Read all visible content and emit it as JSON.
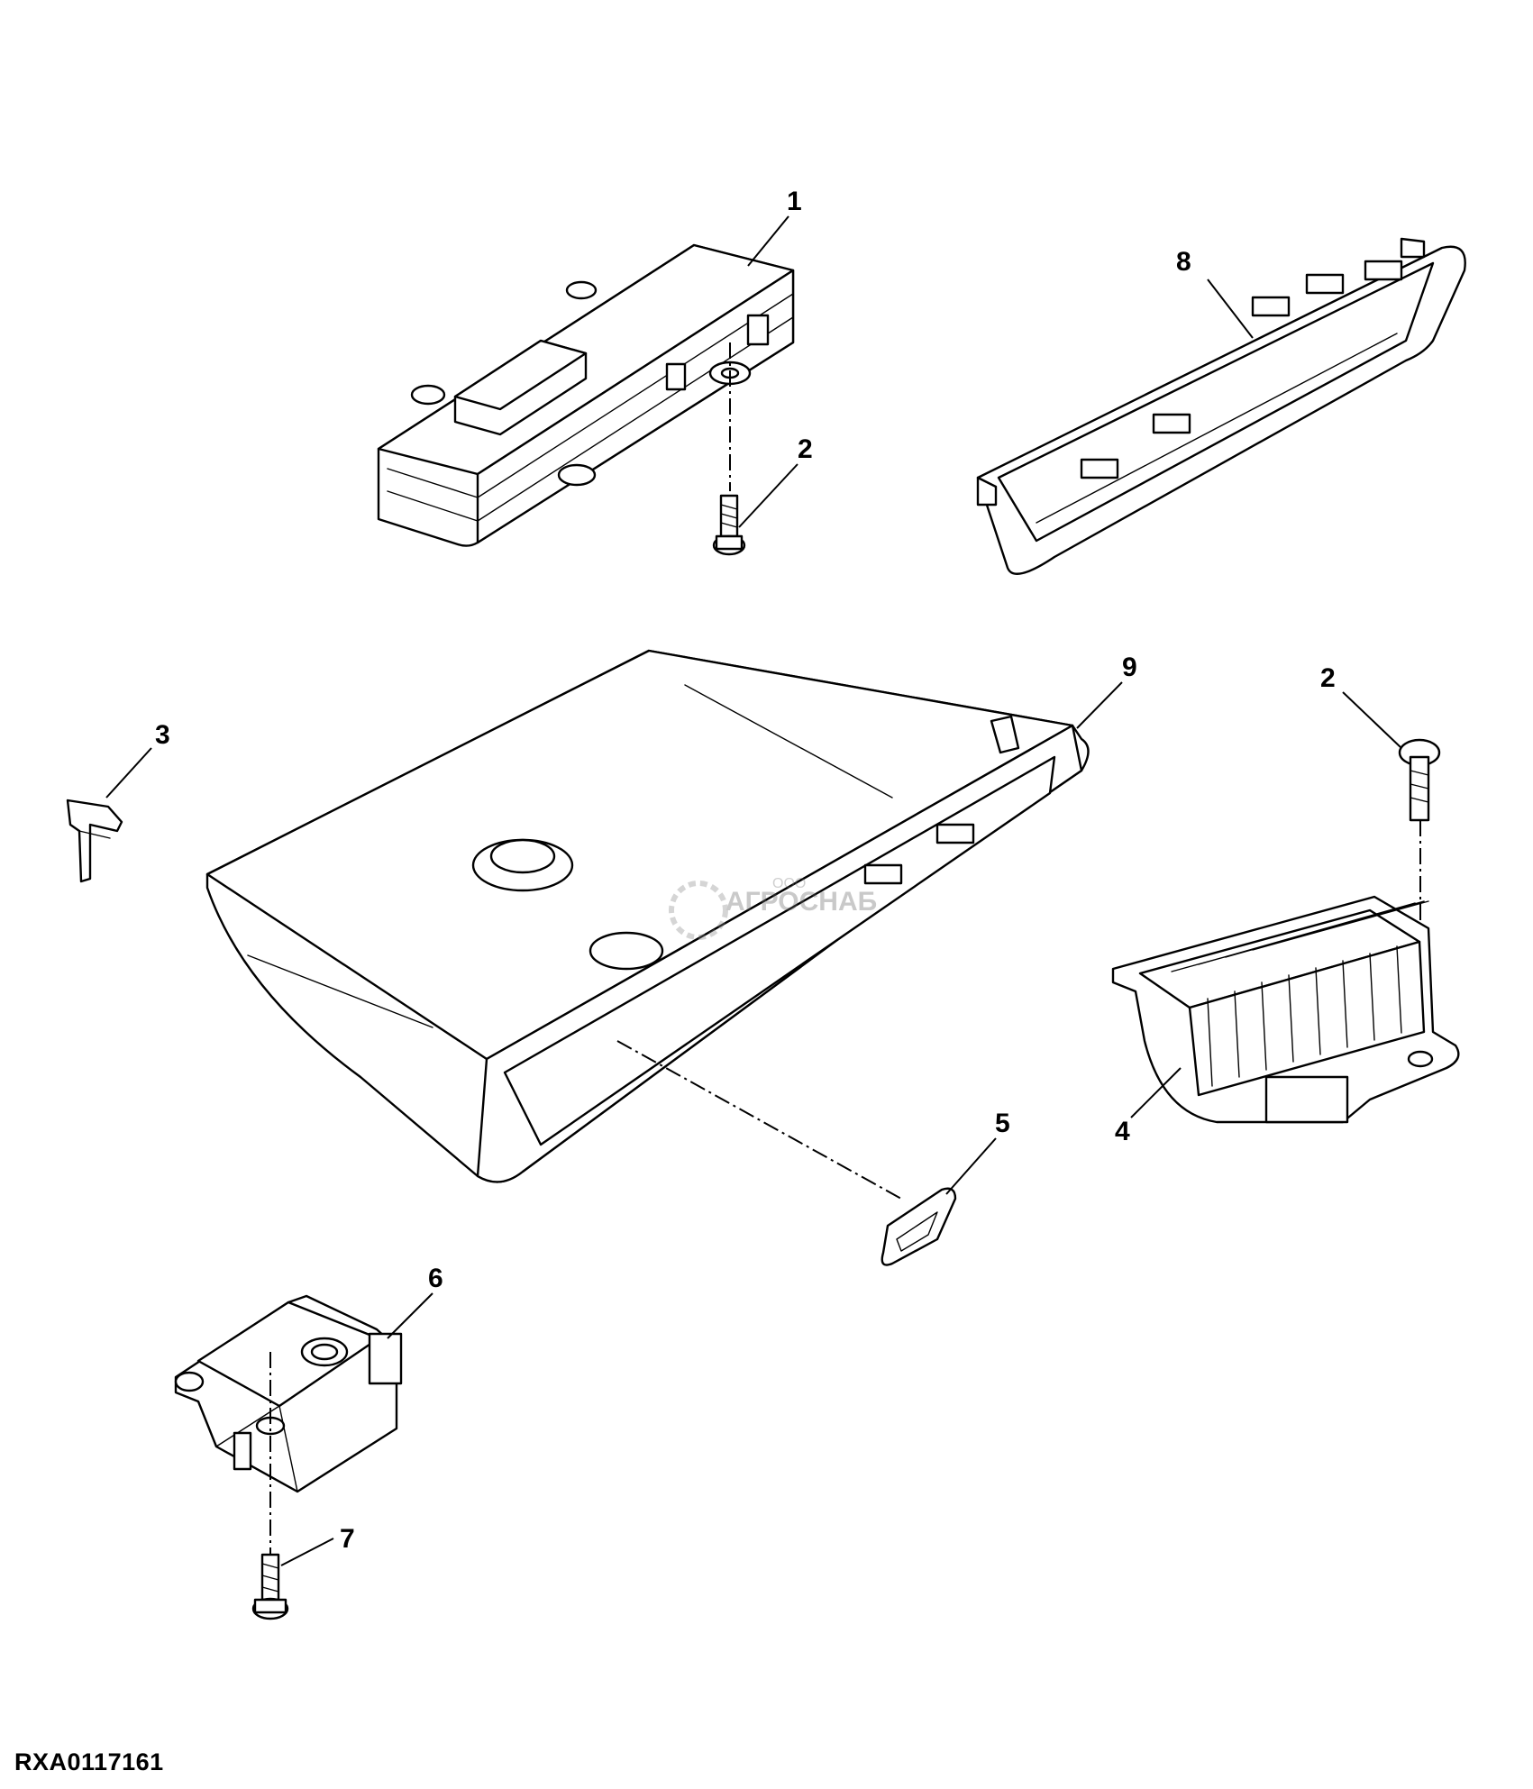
{
  "diagram": {
    "callouts": [
      {
        "id": "1",
        "text": "1"
      },
      {
        "id": "2a",
        "text": "2"
      },
      {
        "id": "2b",
        "text": "2"
      },
      {
        "id": "3",
        "text": "3"
      },
      {
        "id": "4",
        "text": "4"
      },
      {
        "id": "5",
        "text": "5"
      },
      {
        "id": "6",
        "text": "6"
      },
      {
        "id": "7",
        "text": "7"
      },
      {
        "id": "8",
        "text": "8"
      },
      {
        "id": "9",
        "text": "9"
      }
    ],
    "watermark": {
      "line1": "ООО",
      "line2": "АГРОСНАБ"
    },
    "figure_code": "RXA0117161"
  }
}
